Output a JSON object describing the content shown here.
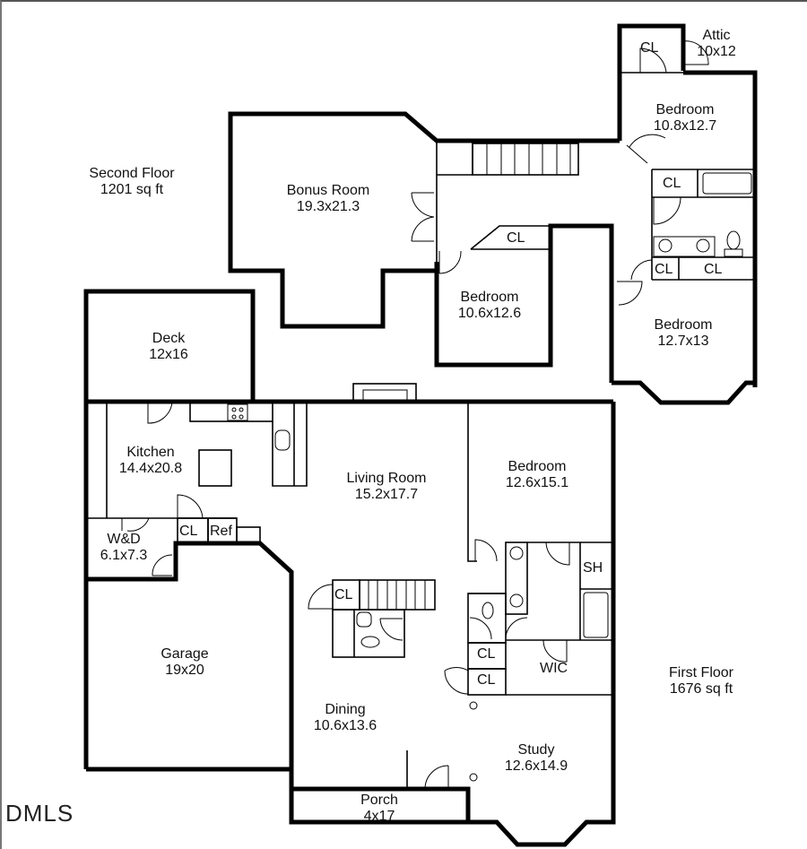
{
  "floors": [
    {
      "name": "Second Floor",
      "area": "1201 sq ft"
    },
    {
      "name": "First Floor",
      "area": "1676 sq ft"
    }
  ],
  "rooms": {
    "attic": {
      "name": "Attic",
      "dims": "10x12"
    },
    "bedroom_up_1": {
      "name": "Bedroom",
      "dims": "10.8x12.7"
    },
    "bonus_room": {
      "name": "Bonus Room",
      "dims": "19.3x21.3"
    },
    "bedroom_up_2": {
      "name": "Bedroom",
      "dims": "10.6x12.6"
    },
    "bedroom_up_3": {
      "name": "Bedroom",
      "dims": "12.7x13"
    },
    "deck": {
      "name": "Deck",
      "dims": "12x16"
    },
    "kitchen": {
      "name": "Kitchen",
      "dims": "14.4x20.8"
    },
    "living_room": {
      "name": "Living Room",
      "dims": "15.2x17.7"
    },
    "bedroom_main": {
      "name": "Bedroom",
      "dims": "12.6x15.1"
    },
    "wd": {
      "name": "W&D",
      "dims": "6.1x7.3"
    },
    "garage": {
      "name": "Garage",
      "dims": "19x20"
    },
    "dining": {
      "name": "Dining",
      "dims": "10.6x13.6"
    },
    "study": {
      "name": "Study",
      "dims": "12.6x14.9"
    },
    "porch": {
      "name": "Porch",
      "dims": "4x17"
    }
  },
  "small_labels": {
    "cl": "CL",
    "ref": "Ref",
    "sh": "SH",
    "wic": "WIC"
  },
  "watermark": "DMLS"
}
